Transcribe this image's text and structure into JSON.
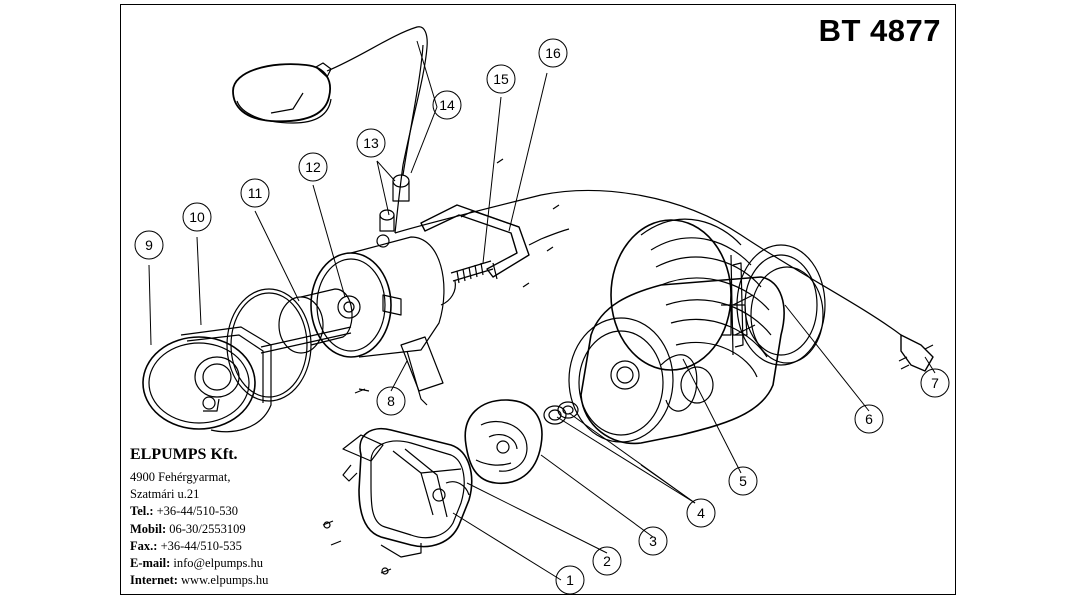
{
  "header": {
    "model": "BT 4877"
  },
  "company": {
    "name": "ELPUMPS Kft.",
    "address_line1": "4900 Fehérgyarmat,",
    "address_line2": "Szatmári u.21",
    "tel_label": "Tel.:",
    "tel_value": "+36-44/510-530",
    "mobil_label": "Mobil:",
    "mobil_value": "06-30/2553109",
    "fax_label": "Fax.:",
    "fax_value": "+36-44/510-535",
    "email_label": "E-mail:",
    "email_value": "info@elpumps.hu",
    "internet_label": "Internet:",
    "internet_value": "www.elpumps.hu"
  },
  "callouts": [
    "1",
    "2",
    "3",
    "4",
    "5",
    "6",
    "7",
    "8",
    "9",
    "10",
    "11",
    "12",
    "13",
    "14",
    "15",
    "16"
  ]
}
